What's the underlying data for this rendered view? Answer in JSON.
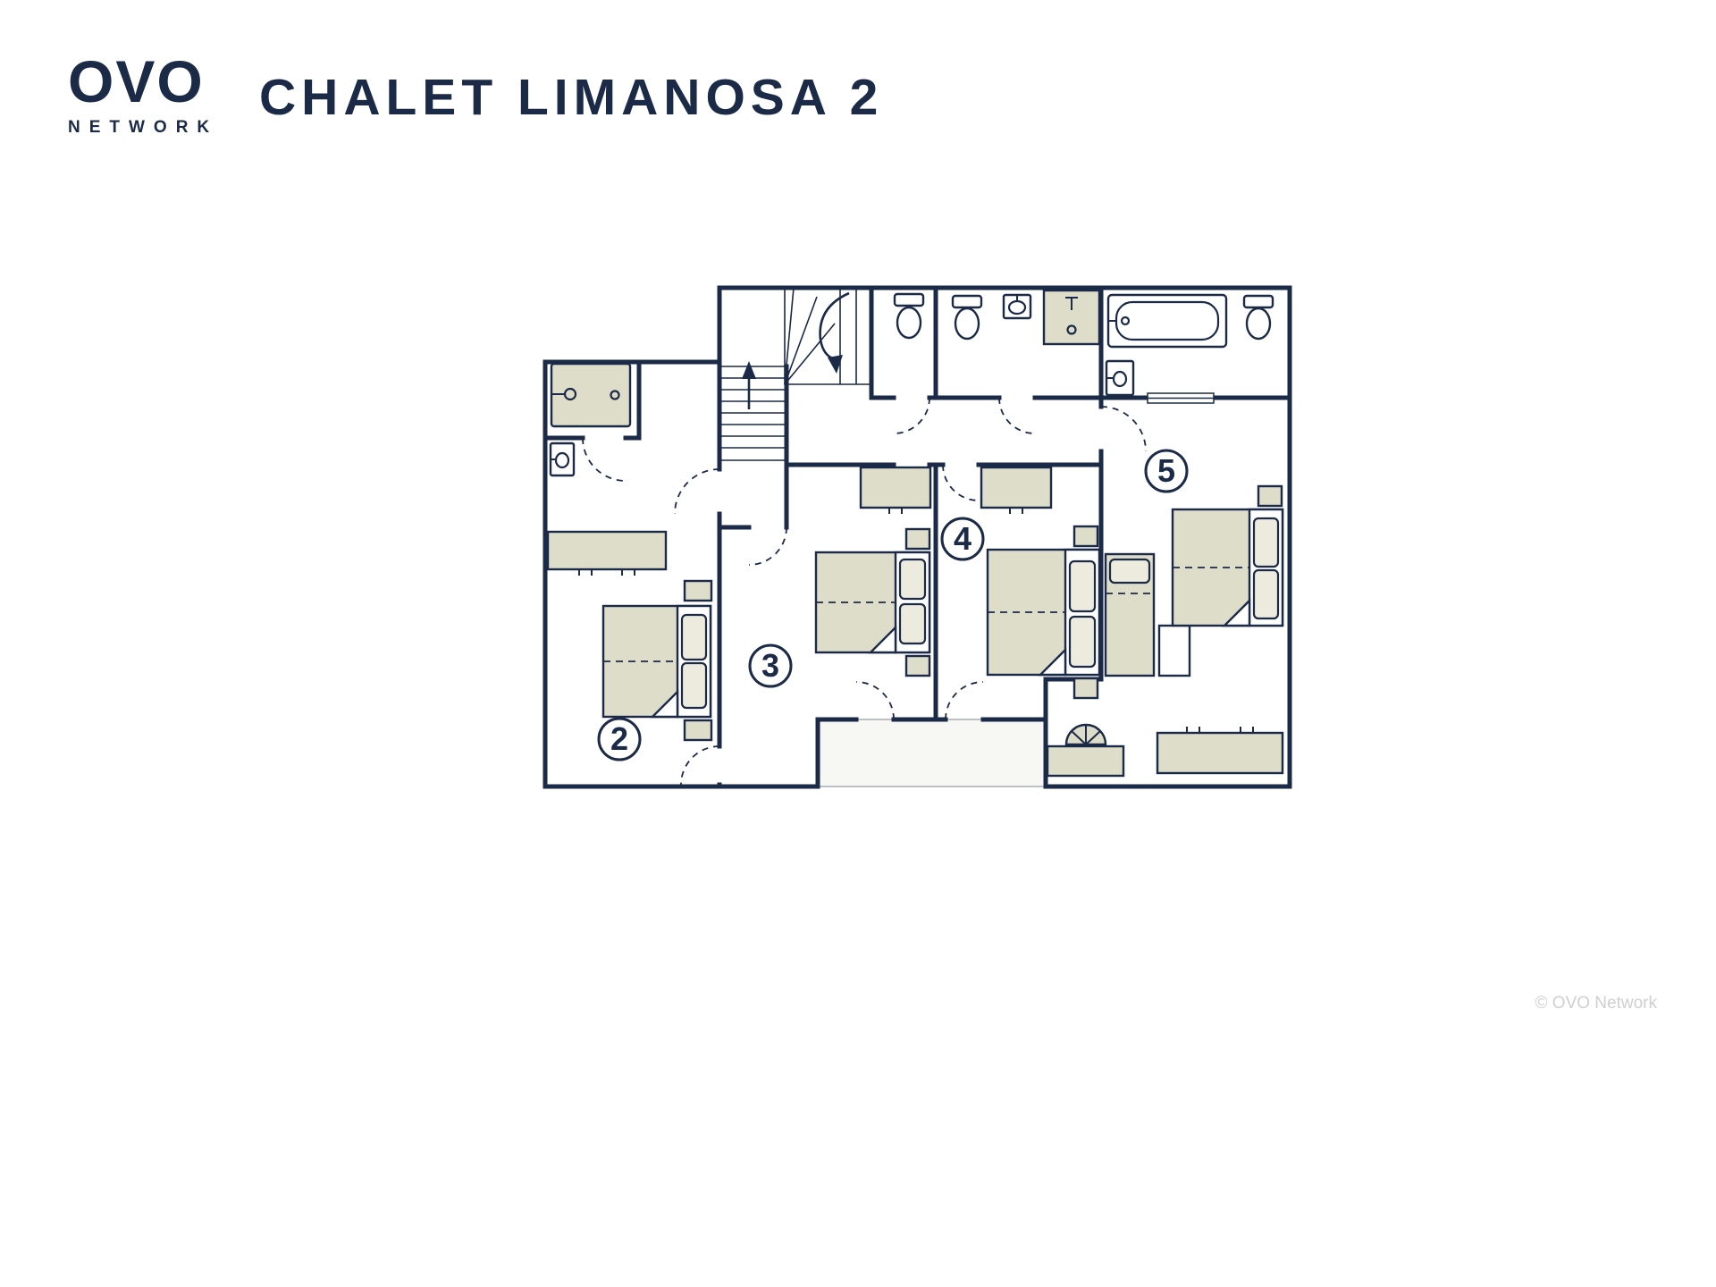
{
  "header": {
    "logo": {
      "brand": "OVO",
      "network": "NETWORK"
    },
    "title": "CHALET LIMANOSA 2"
  },
  "floorplan": {
    "rooms": [
      {
        "id": "bedroom-2",
        "number": "2"
      },
      {
        "id": "bedroom-3",
        "number": "3"
      },
      {
        "id": "bedroom-4",
        "number": "4"
      },
      {
        "id": "bedroom-5",
        "number": "5"
      }
    ],
    "fixtures": [
      "shower",
      "washbasin",
      "dresser",
      "staircase",
      "toilet",
      "toilet",
      "toilet",
      "wall-sink",
      "vanity-unit",
      "bathtub",
      "basin",
      "wardrobe",
      "wardrobe",
      "double-bed",
      "double-bed",
      "double-bed",
      "double-bed",
      "single-bed",
      "side-table",
      "desk",
      "chair",
      "sideboard",
      "terrace"
    ]
  },
  "theme": {
    "navy": "#1b2a47",
    "beige": "#deddca",
    "beige_light": "#ecebdd",
    "terrace": "#f7f7f3",
    "credit_gray": "#cfcfcf"
  },
  "footer": {
    "credit": "© OVO Network"
  }
}
